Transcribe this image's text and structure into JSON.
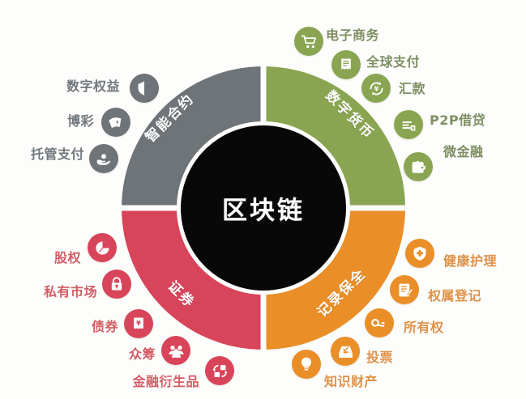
{
  "center": {
    "label": "区块链"
  },
  "segments": [
    {
      "id": "smart-contract",
      "label": "智能合约",
      "color": "#6e7478",
      "text_color": "#70777c"
    },
    {
      "id": "digital-currency",
      "label": "数字货币",
      "color": "#8aa552",
      "text_color": "#7e8f63"
    },
    {
      "id": "record-keeping",
      "label": "记录保全",
      "color": "#ea8e28",
      "text_color": "#e09148"
    },
    {
      "id": "securities",
      "label": "证券",
      "color": "#d8455a",
      "text_color": "#d45d66"
    }
  ],
  "nodes": {
    "smart_contract": [
      {
        "label": "数字权益",
        "icon": "shield-icon"
      },
      {
        "label": "博彩",
        "icon": "playing-cards-icon"
      },
      {
        "label": "托管支付",
        "icon": "hand-coin-icon"
      }
    ],
    "digital_currency": [
      {
        "label": "电子商务",
        "icon": "shopping-cart-icon"
      },
      {
        "label": "全球支付",
        "icon": "receipt-icon"
      },
      {
        "label": "汇款",
        "icon": "currency-exchange-icon"
      },
      {
        "label": "P2P借贷",
        "icon": "loan-document-icon"
      },
      {
        "label": "微金融",
        "icon": "wallet-icon"
      }
    ],
    "record_keeping": [
      {
        "label": "健康护理",
        "icon": "medical-shield-icon"
      },
      {
        "label": "权属登记",
        "icon": "document-pen-icon"
      },
      {
        "label": "所有权",
        "icon": "key-icon"
      },
      {
        "label": "投票",
        "icon": "ballot-box-icon"
      },
      {
        "label": "知识财产",
        "icon": "lightbulb-icon"
      }
    ],
    "securities": [
      {
        "label": "股权",
        "icon": "pie-chart-icon"
      },
      {
        "label": "私有市场",
        "icon": "lock-icon"
      },
      {
        "label": "债券",
        "icon": "bond-certificate-icon"
      },
      {
        "label": "众筹",
        "icon": "people-group-icon"
      },
      {
        "label": "金融衍生品",
        "icon": "exchange-arrows-icon"
      }
    ]
  }
}
